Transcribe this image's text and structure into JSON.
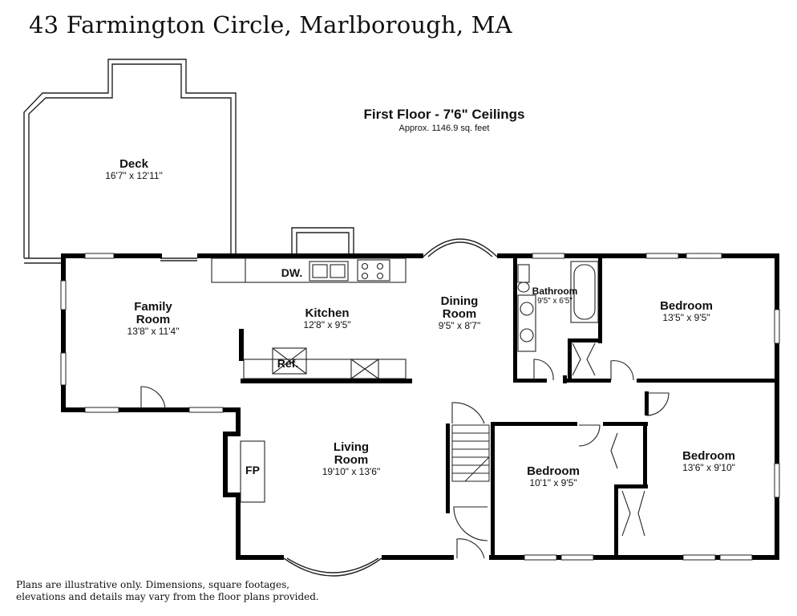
{
  "header": {
    "address": "43 Farmington Circle, Marlborough, MA"
  },
  "floor": {
    "title": "First Floor - 7'6\" Ceilings",
    "area": "Approx. 1146.9 sq. feet"
  },
  "rooms": {
    "deck": {
      "name": "Deck",
      "dims": "16'7\" x 12'11\""
    },
    "family_room": {
      "name_line1": "Family",
      "name_line2": "Room",
      "dims": "13'8\" x 11'4\""
    },
    "kitchen": {
      "name": "Kitchen",
      "dims": "12'8\" x 9'5\""
    },
    "dining_room": {
      "name_line1": "Dining",
      "name_line2": "Room",
      "dims": "9'5\" x 8'7\""
    },
    "bathroom": {
      "name": "Bathroom",
      "dims": "9'5\" x 6'5\""
    },
    "bedroom_ne": {
      "name": "Bedroom",
      "dims": "13'5\" x 9'5\""
    },
    "living_room": {
      "name_line1": "Living",
      "name_line2": "Room",
      "dims": "19'10\" x 13'6\""
    },
    "bedroom_center": {
      "name": "Bedroom",
      "dims": "10'1\" x 9'5\""
    },
    "bedroom_se": {
      "name": "Bedroom",
      "dims": "13'6\" x 9'10\""
    }
  },
  "fixtures": {
    "dishwasher": "DW.",
    "refrigerator": "Ref.",
    "fireplace": "FP"
  },
  "footer": {
    "disclaimer_line1": "Plans are illustrative only. Dimensions, square footages,",
    "disclaimer_line2": "elevations and details may vary from the floor plans provided."
  }
}
